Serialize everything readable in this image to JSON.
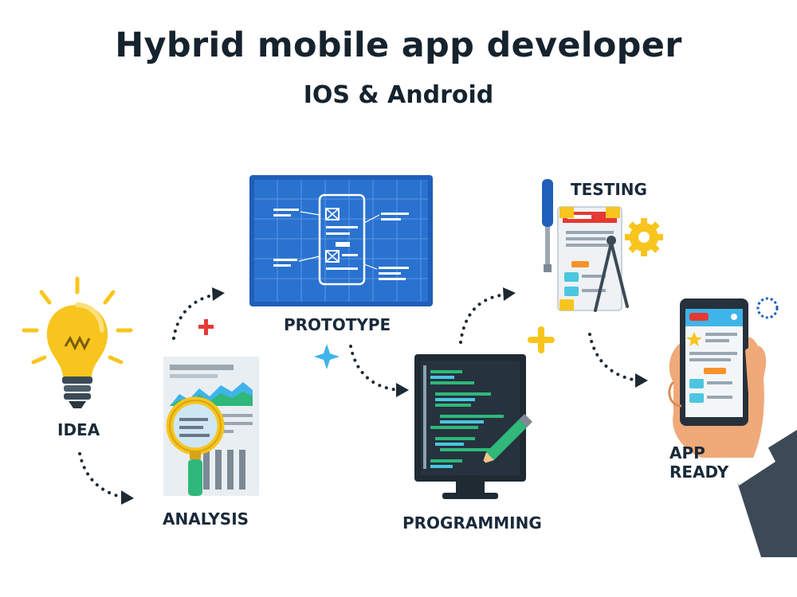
{
  "header": {
    "title": "Hybrid mobile app developer",
    "subtitle": "IOS & Android"
  },
  "stages": {
    "idea": "IDEA",
    "analysis": "ANALYSIS",
    "prototype": "PROTOTYPE",
    "programming": "PROGRAMMING",
    "testing": "TESTING",
    "app_ready_line1": "APP",
    "app_ready_line2": "READY"
  },
  "colors": {
    "blueprint": "#1f5fb8",
    "bulb": "#f7c51e",
    "screen": "#1f2a33",
    "code_green": "#2fb87a",
    "code_cyan": "#4cc6e0",
    "phone": "#26313b",
    "arrow": "#1e2a33",
    "accent_red": "#e53935",
    "accent_yellow": "#f7c51e",
    "hand": "#f0a978",
    "sleeve": "#3c4a57"
  }
}
